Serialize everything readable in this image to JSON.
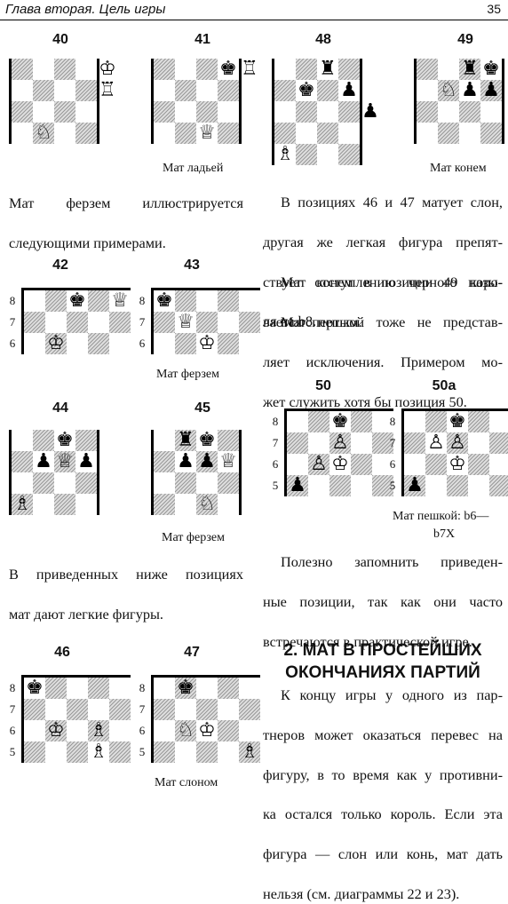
{
  "header": {
    "title": "Глава вторая. Цель игры",
    "page_number": "35"
  },
  "diagrams": {
    "d40": {
      "number": "40",
      "pieces": [
        {
          "g": "♔",
          "c": 4,
          "r": 0
        },
        {
          "g": "♖",
          "c": 4,
          "r": 1
        },
        {
          "g": "♘",
          "c": 1,
          "r": 3
        }
      ]
    },
    "d41": {
      "number": "41",
      "pieces": [
        {
          "g": "♚",
          "c": 3,
          "r": 0
        },
        {
          "g": "♖",
          "c": 4,
          "r": 0
        },
        {
          "g": "♕",
          "c": 2,
          "r": 3
        }
      ]
    },
    "d48": {
      "number": "48",
      "pieces": [
        {
          "g": "♜",
          "c": 2,
          "r": 0
        },
        {
          "g": "♚",
          "c": 1,
          "r": 1
        },
        {
          "g": "♟",
          "c": 3,
          "r": 1
        },
        {
          "g": "♟",
          "c": 4,
          "r": 2
        },
        {
          "g": "♗",
          "c": 0,
          "r": 4
        }
      ]
    },
    "d49": {
      "number": "49",
      "pieces": [
        {
          "g": "♜",
          "c": 2,
          "r": 0
        },
        {
          "g": "♚",
          "c": 3,
          "r": 0
        },
        {
          "g": "♘",
          "c": 1,
          "r": 1
        },
        {
          "g": "♟",
          "c": 2,
          "r": 1
        },
        {
          "g": "♟",
          "c": 3,
          "r": 1
        }
      ]
    },
    "d42": {
      "number": "42",
      "ranks": [
        "8",
        "7",
        "6"
      ],
      "pieces": [
        {
          "g": "♚",
          "c": 2,
          "r": 0
        },
        {
          "g": "♕",
          "c": 4,
          "r": 0
        },
        {
          "g": "♔",
          "c": 1,
          "r": 2
        }
      ]
    },
    "d43": {
      "number": "43",
      "ranks": [
        "8",
        "7",
        "6"
      ],
      "pieces": [
        {
          "g": "♚",
          "c": 0,
          "r": 0
        },
        {
          "g": "♕",
          "c": 1,
          "r": 1
        },
        {
          "g": "♔",
          "c": 2,
          "r": 2
        }
      ]
    },
    "d44": {
      "number": "44",
      "pieces": [
        {
          "g": "♚",
          "c": 2,
          "r": 0
        },
        {
          "g": "♟",
          "c": 1,
          "r": 1
        },
        {
          "g": "♕",
          "c": 2,
          "r": 1
        },
        {
          "g": "♟",
          "c": 3,
          "r": 1
        },
        {
          "g": "♗",
          "c": 0,
          "r": 3
        }
      ]
    },
    "d45": {
      "number": "45",
      "pieces": [
        {
          "g": "♜",
          "c": 1,
          "r": 0
        },
        {
          "g": "♚",
          "c": 2,
          "r": 0
        },
        {
          "g": "♟",
          "c": 1,
          "r": 1
        },
        {
          "g": "♟",
          "c": 2,
          "r": 1
        },
        {
          "g": "♕",
          "c": 3,
          "r": 1
        },
        {
          "g": "♘",
          "c": 2,
          "r": 3
        }
      ]
    },
    "d50": {
      "number": "50",
      "ranks": [
        "8",
        "7",
        "6",
        "5"
      ],
      "pieces": [
        {
          "g": "♚",
          "c": 2,
          "r": 0
        },
        {
          "g": "♙",
          "c": 2,
          "r": 1
        },
        {
          "g": "♙",
          "c": 1,
          "r": 2
        },
        {
          "g": "♔",
          "c": 2,
          "r": 2
        },
        {
          "g": "♟",
          "c": 0,
          "r": 3
        }
      ]
    },
    "d50a": {
      "number": "50а",
      "ranks": [
        "8",
        "7",
        "6",
        "5"
      ],
      "pieces": [
        {
          "g": "♚",
          "c": 2,
          "r": 0
        },
        {
          "g": "♙",
          "c": 1,
          "r": 1
        },
        {
          "g": "♙",
          "c": 2,
          "r": 1
        },
        {
          "g": "♔",
          "c": 2,
          "r": 2
        },
        {
          "g": "♟",
          "c": 0,
          "r": 3
        }
      ]
    },
    "d46": {
      "number": "46",
      "ranks": [
        "8",
        "7",
        "6",
        "5"
      ],
      "pieces": [
        {
          "g": "♚",
          "c": 0,
          "r": 0
        },
        {
          "g": "♔",
          "c": 1,
          "r": 2
        },
        {
          "g": "♗",
          "c": 3,
          "r": 2
        },
        {
          "g": "♗",
          "c": 3,
          "r": 3
        }
      ]
    },
    "d47": {
      "number": "47",
      "ranks": [
        "8",
        "7",
        "6",
        "5"
      ],
      "pieces": [
        {
          "g": "♚",
          "c": 1,
          "r": 0
        },
        {
          "g": "♘",
          "c": 1,
          "r": 2
        },
        {
          "g": "♔",
          "c": 2,
          "r": 2
        },
        {
          "g": "♗",
          "c": 4,
          "r": 3
        }
      ]
    }
  },
  "captions": {
    "rook": "Мат ладьей",
    "knight": "Мат конем",
    "queen_1": "Мат ферзем",
    "queen_2": "Мат ферзем",
    "pawn_1": "Мат пешкой: b6—",
    "pawn_2": "b7X",
    "bishop": "Мат слоном"
  },
  "left_text": {
    "p1": [
      "Мат ферзем иллюстрируется",
      "следующими примерами."
    ],
    "p2": [
      "В приведенных ниже позициях",
      "мат дают легкие фигуры."
    ]
  },
  "right_text": {
    "p1": [
      "В позициях 46 и 47 матует слон,",
      "другая же легкая фигура препят-",
      "ствует отступлению черного коро-",
      "ля на b8."
    ],
    "p2": [
      "Мат конем в позиции 49 назы-",
      "вается спертым."
    ],
    "p3": [
      "Мат пешкой тоже не представ-",
      "ляет исключения. Примером мо-",
      "жет служить хотя бы позиция 50."
    ],
    "p4": [
      "Полезно запомнить приведен-",
      "ные позиции, так как они часто",
      "встречаются в практической игре."
    ],
    "section_title": [
      "2. МАТ В ПРОСТЕЙШИХ",
      "ОКОНЧАНИЯХ ПАРТИЙ"
    ],
    "p5": [
      "К концу игры у одного из пар-",
      "тнеров может оказаться перевес на",
      "фигуру, в то время как у противни-",
      "ка остался только король. Если эта",
      "фигура — слон или конь, мат дать",
      "нельзя (см. диаграммы 22 и 23)."
    ]
  }
}
